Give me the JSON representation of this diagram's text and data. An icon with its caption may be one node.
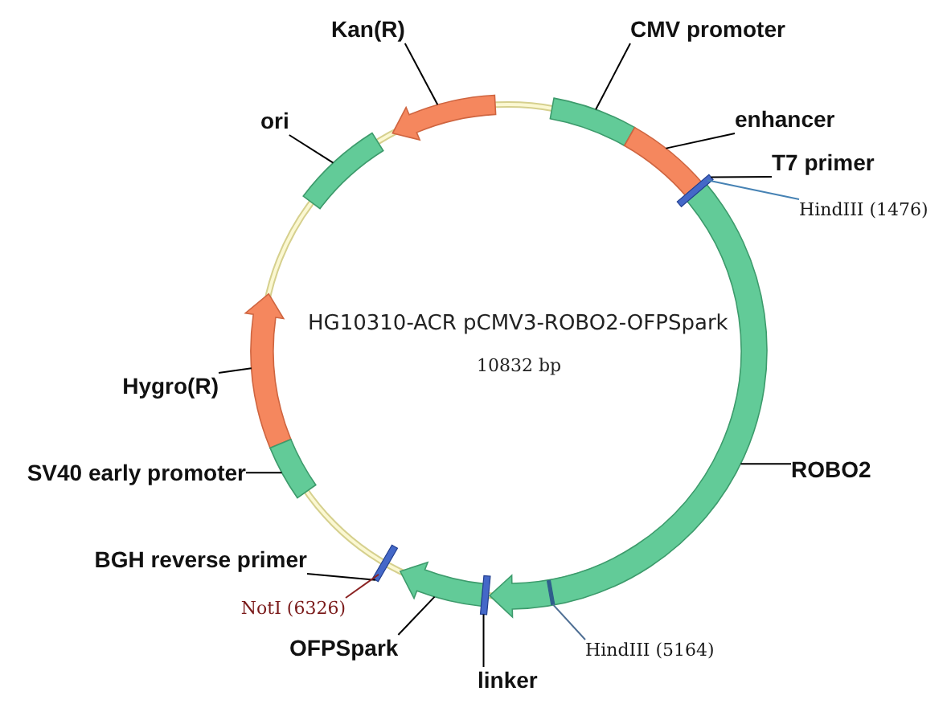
{
  "diagram": {
    "title": "HG10310-ACR pCMV3-ROBO2-OFPSpark",
    "nodes": [
      {
        "text": [
          "Kan(R)"
        ]
      },
      {
        "text": [],
        "shape": "arrow"
      },
      {
        "text": [
          "CMV promoter"
        ]
      },
      {
        "text": [],
        "shape": "arc"
      },
      {
        "text": [
          "ori"
        ]
      },
      {
        "text": [],
        "shape": "arc"
      },
      {
        "text": [
          "enhancer"
        ]
      },
      {
        "text": [],
        "shape": "arc"
      },
      {
        "text": [
          "T7 primer"
        ]
      },
      {
        "text": [],
        "shape": "bar"
      },
      {
        "text": [
          "HindIII (1476)"
        ]
      },
      {
        "text": [
          "Hygro(R)"
        ]
      },
      {
        "text": [],
        "shape": "arrow"
      },
      {
        "text": [
          "SV40 early promoter"
        ]
      },
      {
        "text": [],
        "shape": "arc"
      },
      {
        "text": [
          "ROBO2"
        ]
      },
      {
        "text": [],
        "shape": "arrow"
      },
      {
        "text": [
          "BGH reverse primer"
        ]
      },
      {
        "text": [],
        "shape": "bar"
      },
      {
        "text": [
          "NotI (6326)"
        ]
      },
      {
        "text": [
          "OFPSpark"
        ]
      },
      {
        "text": [],
        "shape": "arrow"
      },
      {
        "text": [
          "linker"
        ]
      },
      {
        "text": [],
        "shape": "bar"
      },
      {
        "text": [
          "HindIII (5164)"
        ]
      },
      {
        "text": [],
        "shape": "bar",
        "in": 16
      }
    ],
    "edges": [
      {
        "from": 0,
        "to": 1,
        "arrow": "none"
      },
      {
        "from": 2,
        "to": 3,
        "arrow": "none"
      },
      {
        "from": 4,
        "to": 5,
        "arrow": "none"
      },
      {
        "from": 6,
        "to": 7,
        "arrow": "none"
      },
      {
        "from": 8,
        "to": 9,
        "arrow": "none"
      },
      {
        "from": 10,
        "to": 9,
        "arrow": "none",
        "color": "#4682b4"
      },
      {
        "from": 11,
        "to": 12,
        "arrow": "none"
      },
      {
        "from": 13,
        "to": 14,
        "arrow": "none"
      },
      {
        "from": 15,
        "to": 16,
        "arrow": "none"
      },
      {
        "from": 17,
        "to": 18,
        "arrow": "none"
      },
      {
        "from": 19,
        "to": 18,
        "arrow": "none",
        "color": "#8b2323"
      },
      {
        "from": 20,
        "to": 21,
        "arrow": "none"
      },
      {
        "from": 22,
        "to": 23,
        "arrow": "none"
      },
      {
        "from": 24,
        "to": 25,
        "arrow": "none",
        "color": "#4f6f94"
      }
    ],
    "labels": [
      "10832 bp"
    ]
  }
}
